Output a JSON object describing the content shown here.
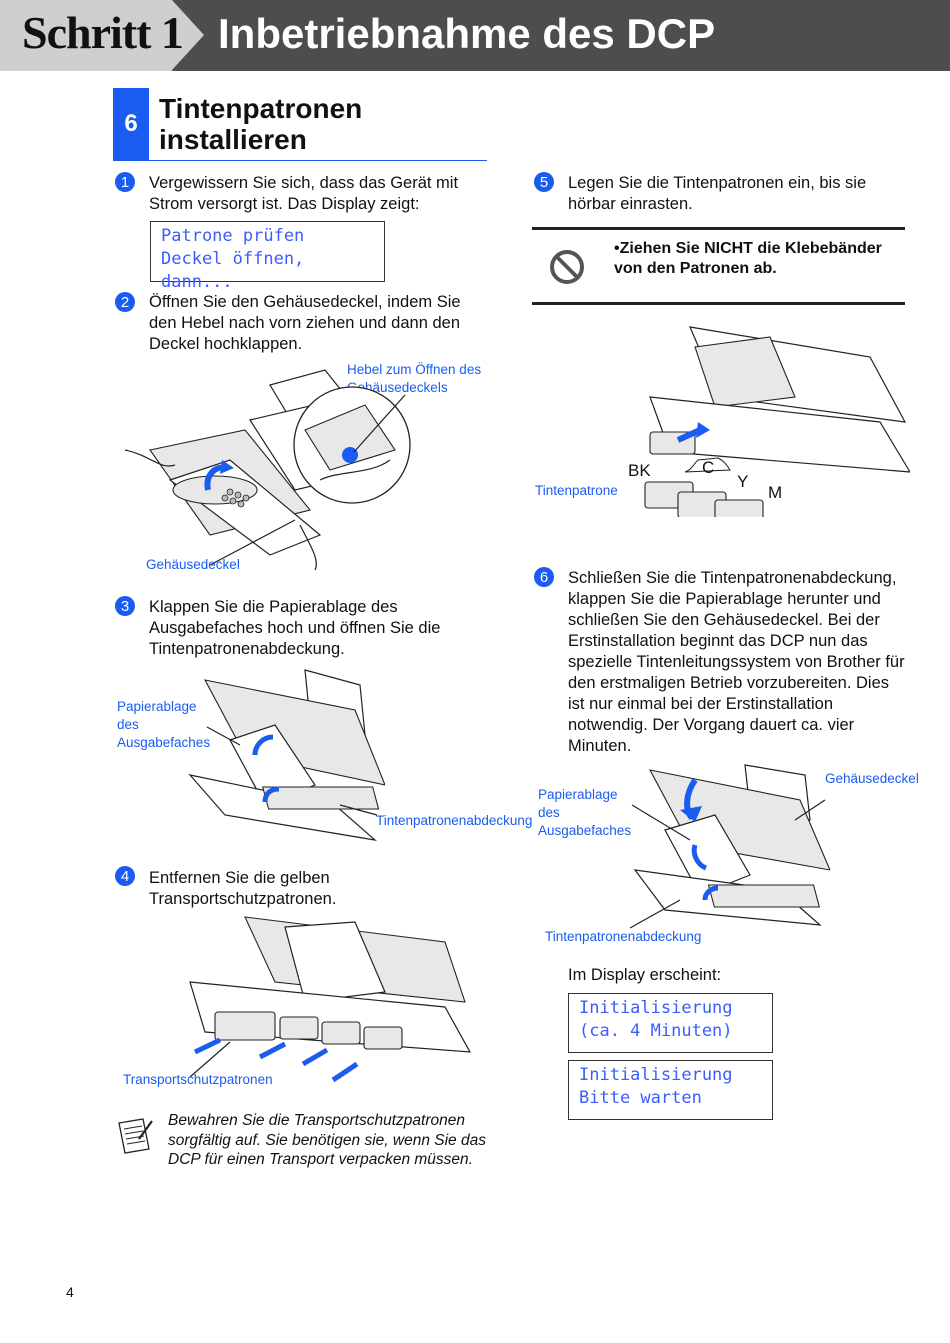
{
  "header": {
    "step_label": "Schritt 1",
    "title": "Inbetriebnahme des DCP"
  },
  "section": {
    "number": "6",
    "title": "Tintenpatronen installieren"
  },
  "steps": [
    {
      "num": "1",
      "text": "Vergewissern Sie sich, dass das Gerät mit Strom versorgt ist. Das Display zeigt:"
    },
    {
      "num": "2",
      "text": "Öffnen Sie den Gehäusedeckel, indem Sie den Hebel nach vorn ziehen und dann den Deckel hochklappen."
    },
    {
      "num": "3",
      "text": "Klappen Sie die Papierablage des Ausgabefaches hoch und öffnen Sie die Tintenpatronenabdeckung."
    },
    {
      "num": "4",
      "text": "Entfernen Sie die gelben Transportschutzpatronen."
    },
    {
      "num": "5",
      "text": "Legen Sie die Tintenpatronen ein, bis sie hörbar einrasten."
    },
    {
      "num": "6",
      "text": "Schließen Sie die Tintenpatronenabdeckung, klappen Sie die Papierablage herunter und schließen Sie den Gehäusedeckel. Bei der Erstinstallation beginnt das DCP nun das spezielle Tintenleitungssystem von Brother für den erstmaligen Betrieb vorzubereiten. Dies ist nur einmal bei der Erstinstallation notwendig. Der Vorgang dauert ca. vier Minuten."
    }
  ],
  "lcd1": {
    "line1": "Patrone prüfen",
    "line2": "Deckel öffnen, dann..."
  },
  "lcd2": {
    "line1": "Initialisierung",
    "line2": "(ca. 4 Minuten)"
  },
  "lcd3": {
    "line1": "Initialisierung",
    "line2": "Bitte warten"
  },
  "display_intro": "Im Display erscheint:",
  "warning": "•Ziehen Sie NICHT die Klebebänder von den Patronen ab.",
  "note": "Bewahren Sie die Transportschutzpatronen sorgfältig auf. Sie benötigen sie, wenn Sie das DCP für einen Transport verpacken müssen.",
  "captions": {
    "lever": "Hebel zum Öffnen des Gehäusedeckels",
    "cover": "Gehäusedeckel",
    "tray3": "Papierablage des Ausgabefaches",
    "inkcover3": "Tintenpatronenabdeckung",
    "transport": "Transportschutzpatronen",
    "cartridge": "Tintenpatrone",
    "tray6": "Papierablage des Ausgabefaches",
    "cover6": "Gehäusedeckel",
    "inkcover6": "Tintenpatronenabdeckung"
  },
  "cartridge_labels": [
    "BK",
    "C",
    "Y",
    "M"
  ],
  "page_number": "4",
  "colors": {
    "accent": "#1a5cf0",
    "header_dark": "#4d4d4d",
    "header_light": "#cfcfcf"
  }
}
